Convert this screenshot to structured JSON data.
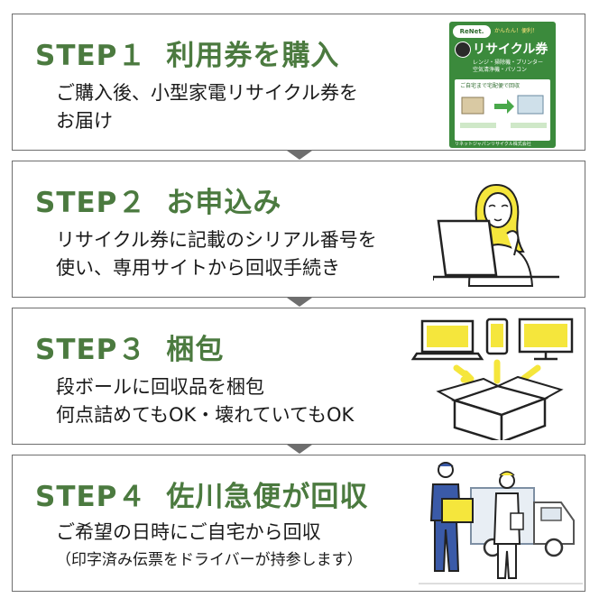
{
  "steps": [
    {
      "number": "STEP１",
      "title": "利用券を購入",
      "lines": [
        "ご購入後、小型家電リサイクル券を",
        "お届け"
      ]
    },
    {
      "number": "STEP２",
      "title": "お申込み",
      "lines": [
        "リサイクル券に記載のシリアル番号を",
        "使い、専用サイトから回収手続き"
      ]
    },
    {
      "number": "STEP３",
      "title": "梱包",
      "lines": [
        "段ボールに回収品を梱包",
        "何点詰めてもOK・壊れていてもOK"
      ]
    },
    {
      "number": "STEP４",
      "title": "佐川急便が回収",
      "lines": [
        "ご希望の日時にご自宅から回収",
        "（印字済み伝票をドライバーが持参します）"
      ]
    }
  ],
  "ticket": {
    "logo": "ReNet.",
    "tagline": "かんたん！便利！",
    "name": "リサイクル券",
    "sub1": "レンジ・掃除機・プリンター",
    "sub2": "空気清浄機・パソコン",
    "panel_text": "ご自宅まで宅配便で回収",
    "footer": "リネットジャパンリサイクル株式会社"
  },
  "icons": {
    "ticket": "recycle-ticket-icon",
    "woman": "woman-at-laptop-icon",
    "devices": "devices-into-box-icon",
    "delivery": "delivery-workers-truck-icon"
  },
  "colors": {
    "accent": "#4b7a3f",
    "yellow": "#f5e63c",
    "border": "#6e6e6e"
  }
}
